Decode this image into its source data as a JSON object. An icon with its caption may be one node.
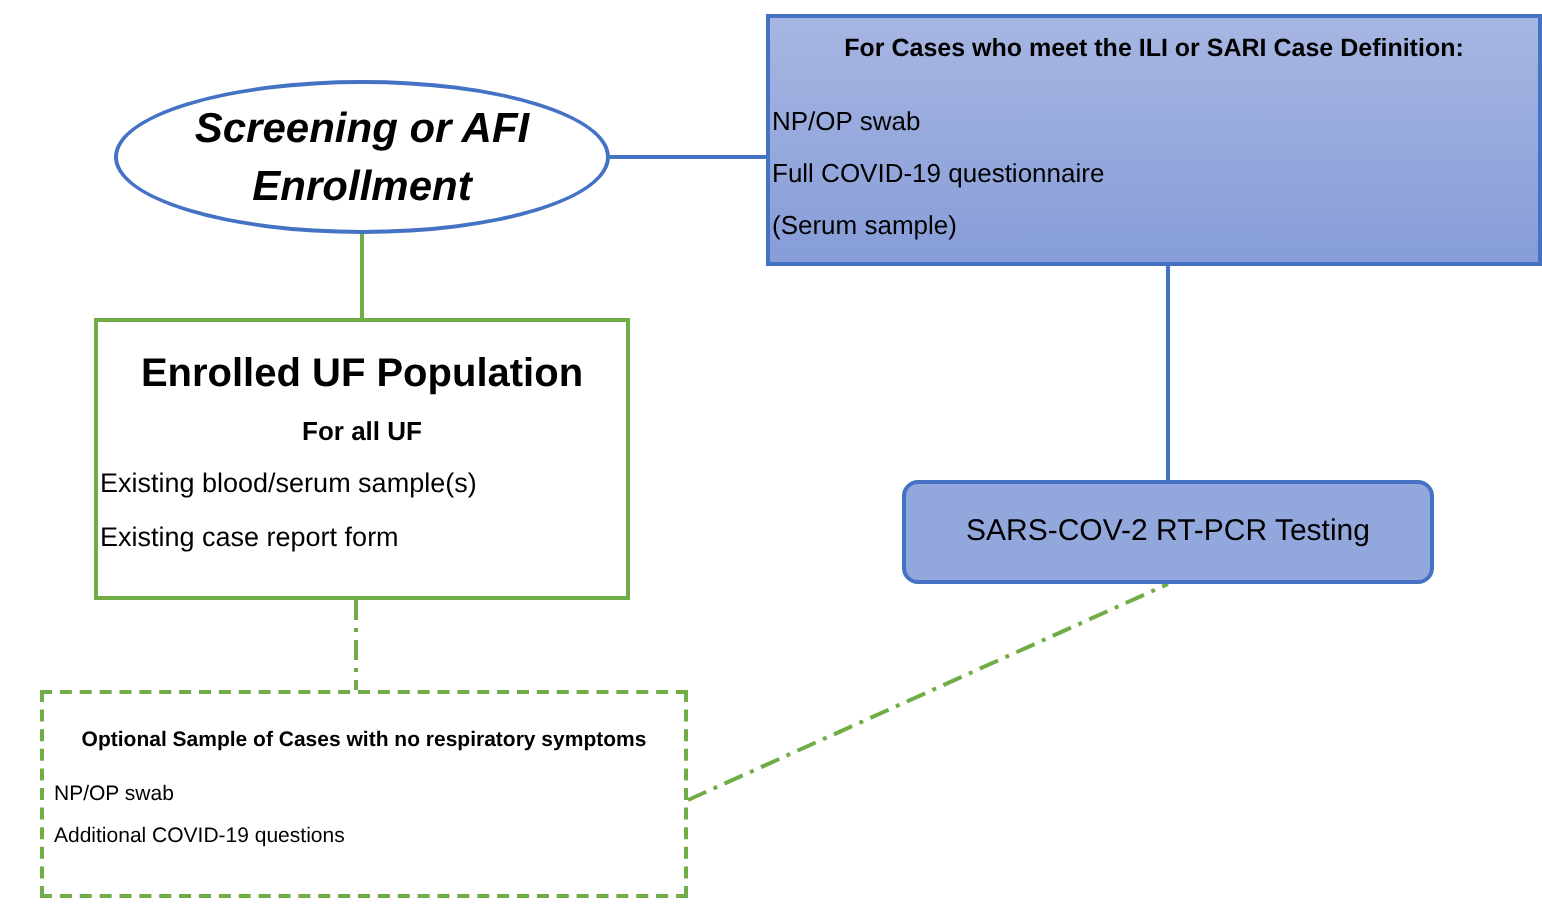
{
  "diagram": {
    "nodes": [
      {
        "text": [
          "Screening or AFI Enrollment"
        ]
      },
      {
        "text": [
          "For Cases who meet the ILI or SARI Case Definition:",
          "NP/OP swab",
          "Full COVID-19 questionnaire",
          "(Serum sample)"
        ]
      },
      {
        "text": [
          "Enrolled UF Population",
          "For all UF",
          "Existing blood/serum sample(s)",
          "Existing case report form"
        ]
      },
      {
        "text": [
          "SARS-COV-2 RT-PCR Testing"
        ]
      },
      {
        "text": [
          "Optional Sample of Cases with no respiratory symptoms",
          "NP/OP swab",
          "Additional COVID-19 questions"
        ]
      }
    ],
    "edges": [
      {
        "from": 0,
        "to": 1,
        "arrow": "none",
        "color": "#4472c4"
      },
      {
        "from": 0,
        "to": 2,
        "arrow": "none"
      },
      {
        "from": 1,
        "to": 3,
        "arrow": "none",
        "color": "#4472c4"
      },
      {
        "from": 2,
        "to": 4,
        "arrow": "none",
        "style": "dashed"
      },
      {
        "from": 4,
        "to": 3,
        "arrow": "none",
        "style": "dashed"
      }
    ]
  }
}
